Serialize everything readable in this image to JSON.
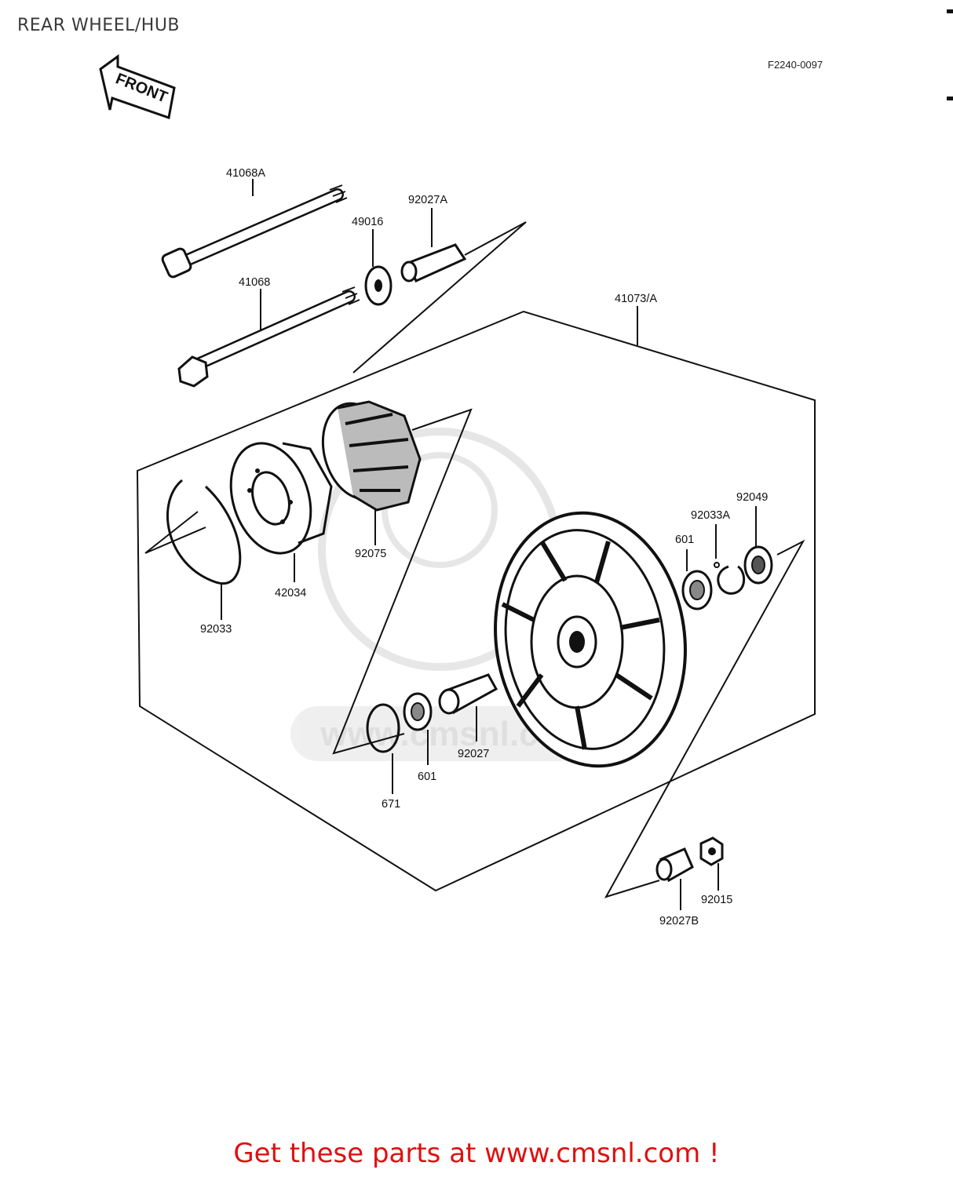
{
  "page": {
    "title": "REAR WHEEL/HUB",
    "drawing_code": "F2240-0097",
    "front_arrow_label": "FRONT",
    "watermark": "www.cmsnl.com",
    "cta": "Get these parts at www.cmsnl.com !"
  },
  "parts": {
    "p41068A": "41068A",
    "p41068": "41068",
    "p49016": "49016",
    "p92027A": "92027A",
    "p41073A": "41073/A",
    "p92075": "92075",
    "p42034": "42034",
    "p92033": "92033",
    "p92049": "92049",
    "p92033A": "92033A",
    "p601_right": "601",
    "p601_left": "601",
    "p92027": "92027",
    "p671": "671",
    "p92015": "92015",
    "p92027B": "92027B"
  },
  "colors": {
    "line": "#111111",
    "watermark": "#dcdcdc",
    "cta": "#e01010"
  }
}
